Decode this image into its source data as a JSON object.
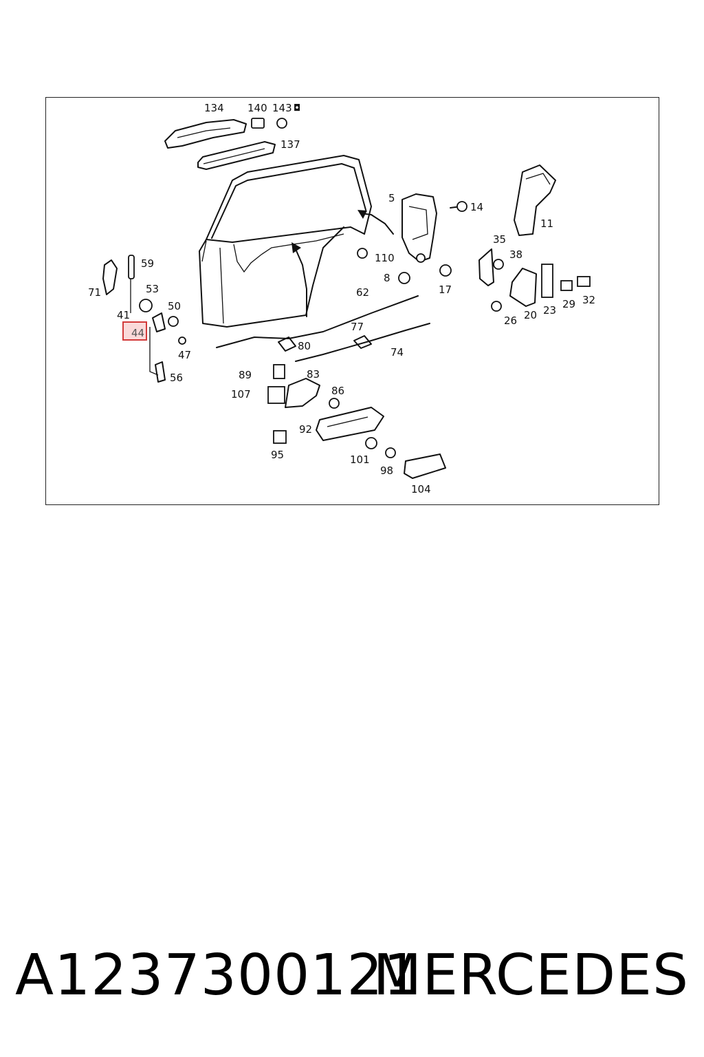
{
  "diagram": {
    "labels": {
      "l134": "134",
      "l140": "140",
      "l143": "143",
      "l137": "137",
      "l5": "5",
      "l14": "14",
      "l11": "11",
      "l110": "110",
      "l8": "8",
      "l17": "17",
      "l35": "35",
      "l38": "38",
      "l59": "59",
      "l71": "71",
      "l53": "53",
      "l50": "50",
      "l41": "41",
      "l44": "44",
      "l47": "47",
      "l56": "56",
      "l62": "62",
      "l77": "77",
      "l80": "80",
      "l74": "74",
      "l26": "26",
      "l20": "20",
      "l23": "23",
      "l29": "29",
      "l32": "32",
      "l89": "89",
      "l83": "83",
      "l86": "86",
      "l107": "107",
      "l92": "92",
      "l95": "95",
      "l101": "101",
      "l98": "98",
      "l104": "104"
    },
    "highlighted_part": "44",
    "highlight_color": "#d23a3a",
    "variant_marker": "◘"
  },
  "footer": {
    "part_number": "A1237300121",
    "brand": "MERCEDES"
  }
}
